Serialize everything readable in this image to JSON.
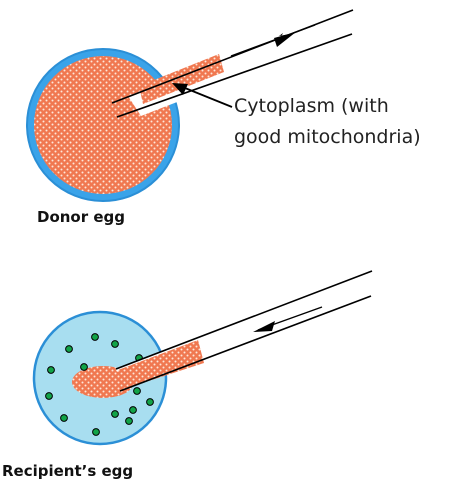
{
  "annotation": {
    "line1": "Cytoplasm (with",
    "line2": "good mitochondria)"
  },
  "donor": {
    "caption": "Donor egg"
  },
  "recipient": {
    "caption": "Recipient’s  egg"
  },
  "colors": {
    "egg_fill": "#3aa3e9",
    "egg_outline": "#2b8fd6",
    "cytoplasm_fill": "#f07850",
    "cytoplasm_speckle": "#fde7da",
    "recipient_fill": "#a8def0",
    "recipient_outline": "#2b8fd6",
    "mito_dot_fill": "#11a348",
    "line": "#000000"
  }
}
